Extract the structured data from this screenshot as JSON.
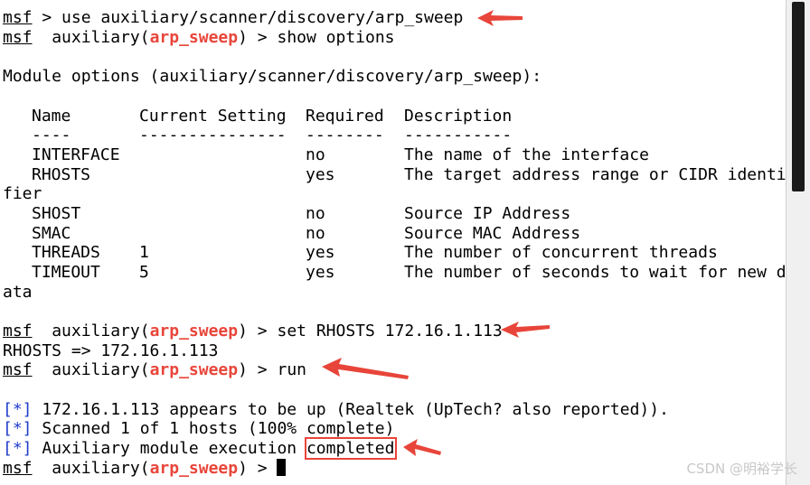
{
  "prompt": {
    "msf": "msf",
    "aux_pre": "auxiliary(",
    "module": "arp_sweep",
    "aux_post": ") >"
  },
  "lines": {
    "cmd_use": " > use auxiliary/scanner/discovery/arp_sweep",
    "cmd_show": " show options",
    "module_options": "Module options (auxiliary/scanner/discovery/arp_sweep):",
    "cmd_set": " set RHOSTS 172.16.1.113",
    "rhosts_result": "RHOSTS => 172.16.1.113",
    "cmd_run": " run"
  },
  "options_table": {
    "headers": [
      "Name",
      "Current Setting",
      "Required",
      "Description"
    ],
    "underlines": [
      "----",
      "---------------",
      "--------",
      "-----------"
    ],
    "rows": [
      {
        "name": "INTERFACE",
        "setting": "",
        "required": "no",
        "desc": "The name of the interface"
      },
      {
        "name": "RHOSTS",
        "setting": "",
        "required": "yes",
        "desc": "The target address range or CIDR identi",
        "wrap": "fier"
      },
      {
        "name": "SHOST",
        "setting": "",
        "required": "no",
        "desc": "Source IP Address"
      },
      {
        "name": "SMAC",
        "setting": "",
        "required": "no",
        "desc": "Source MAC Address"
      },
      {
        "name": "THREADS",
        "setting": "1",
        "required": "yes",
        "desc": "The number of concurrent threads"
      },
      {
        "name": "TIMEOUT",
        "setting": "5",
        "required": "yes",
        "desc": "The number of seconds to wait for new d",
        "wrap": "ata"
      }
    ]
  },
  "status": {
    "marker": "[*]",
    "line1": " 172.16.1.113 appears to be up (Realtek (UpTech? also reported)).",
    "line2": " Scanned 1 of 1 hosts (100% complete)",
    "line3_pre": " Auxiliary module execution ",
    "line3_boxed": "completed"
  },
  "watermark": "CSDN @明裕学长",
  "colors": {
    "module": "#e8453a",
    "status_marker": "#1f3cc9",
    "annotation": "#e8453a"
  }
}
